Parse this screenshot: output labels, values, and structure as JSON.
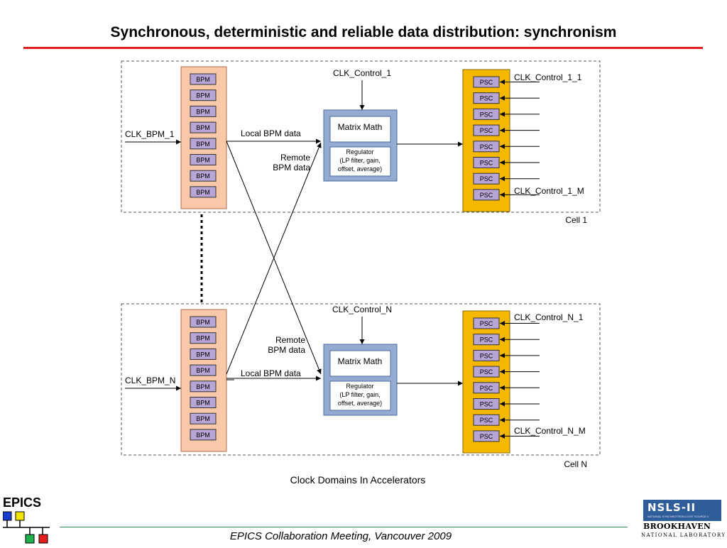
{
  "slide": {
    "title": "Synchronous, deterministic and reliable data distribution: synchronism",
    "caption": "Clock Domains In Accelerators",
    "footer": "EPICS Collaboration Meeting, Vancouver 2009"
  },
  "cells": [
    {
      "cell_label": "Cell 1",
      "clk_bpm": "CLK_BPM_1",
      "clk_control": "CLK_Control_1",
      "clk_psc_first": "CLK_Control_1_1",
      "clk_psc_last": "CLK_Control_1_M",
      "local_label": "Local BPM data",
      "remote_label_1": "Remote",
      "remote_label_2": "BPM data"
    },
    {
      "cell_label": "Cell N",
      "clk_bpm": "CLK_BPM_N",
      "clk_control": "CLK_Control_N",
      "clk_psc_first": "CLK_Control_N_1",
      "clk_psc_last": "CLK_Control_N_M",
      "local_label": "Local BPM data",
      "remote_label_1": "Remote",
      "remote_label_2": "BPM data"
    }
  ],
  "bpm_label": "BPM",
  "psc_label": "PSC",
  "matrix_math": "Matrix Math",
  "regulator": {
    "line1": "Regulator",
    "line2": "(LP filter, gain,",
    "line3": "offset, average)"
  },
  "logos": {
    "epics": "EPICS",
    "nsls": "NSLS-II",
    "nsls_sub": "NATIONAL SYNCHROTRON LIGHT SOURCE II",
    "bnl": "BROOKHAVEN",
    "bnl_sub": "NATIONAL LABORATORY"
  },
  "colors": {
    "title_rule": "#e02020",
    "bpm_panel": "#f8c8a8",
    "bpm_module": "#b7a5d6",
    "psc_panel": "#f5b800",
    "psc_module": "#b7a5d6",
    "processor_outer": "#94acd2",
    "footer_rule": "#2e8b57",
    "epics_blue": "#1a3fcf",
    "epics_yellow": "#f5e400",
    "epics_green": "#22b14c",
    "epics_red": "#e41e1e"
  }
}
